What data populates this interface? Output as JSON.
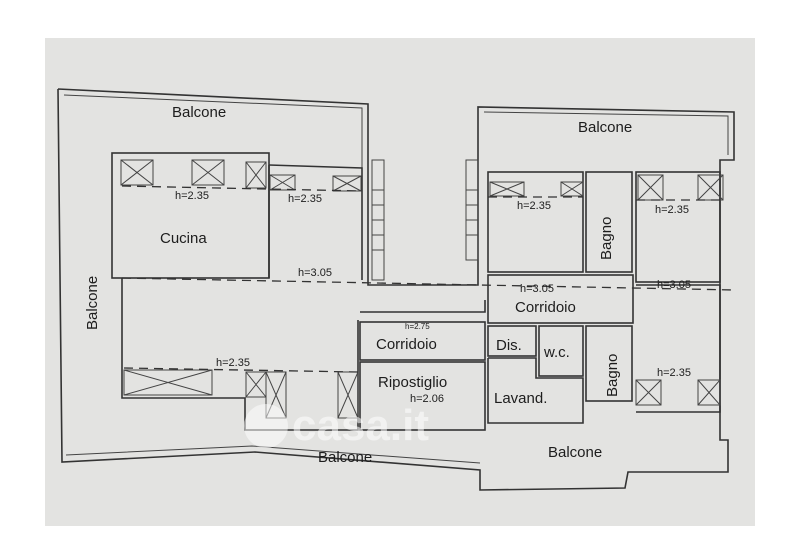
{
  "rooms": {
    "balcone_top_left": "Balcone",
    "balcone_top_right": "Balcone",
    "balcone_left": "Balcone",
    "balcone_bottom_left": "Balcone",
    "balcone_bottom_right": "Balcone",
    "cucina": "Cucina",
    "bagno_upper": "Bagno",
    "bagno_lower": "Bagno",
    "corridoio_right": "Corridoio",
    "corridoio_center": "Corridoio",
    "dis": "Dis.",
    "wc": "w.c.",
    "ripostiglio": "Ripostiglio",
    "lavand": "Lavand."
  },
  "heights": {
    "h1": "h=2.35",
    "h2": "h=2.35",
    "h3": "h=2.35",
    "h4": "h=2.35",
    "h5": "h=2.35",
    "h6": "h=2.35",
    "h7": "h=3.05",
    "h8": "h=3.05",
    "h9": "h=3.05",
    "h10": "h=2.75",
    "h11": "h=2.06"
  },
  "watermark": "casa.it"
}
